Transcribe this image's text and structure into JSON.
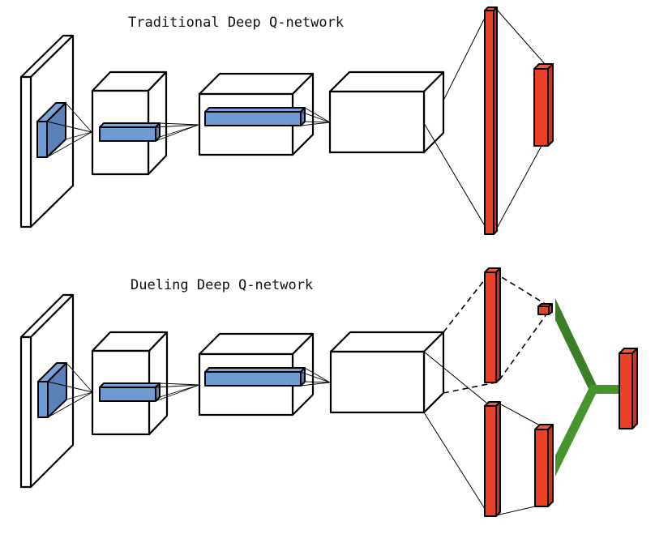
{
  "diagrams": [
    {
      "id": "traditional",
      "title": "Traditional Deep Q-network",
      "stages": [
        "input-frame",
        "conv-layer-1",
        "conv-layer-2",
        "conv-layer-3",
        "fully-connected",
        "q-values-output"
      ]
    },
    {
      "id": "dueling",
      "title": "Dueling Deep Q-network",
      "stages": [
        "input-frame",
        "conv-layer-1",
        "conv-layer-2",
        "conv-layer-3",
        "value-stream-fc",
        "state-value",
        "advantage-stream-fc",
        "advantage-values",
        "aggregation",
        "q-values-output"
      ]
    }
  ],
  "colors": {
    "kernel_blue": "#6f9bd3",
    "kernel_blue_dark": "#5a82b8",
    "layer_red": "#e94027",
    "layer_red_dark": "#c9361f",
    "merge_green": "#3f8f2a",
    "outline": "#000000"
  }
}
